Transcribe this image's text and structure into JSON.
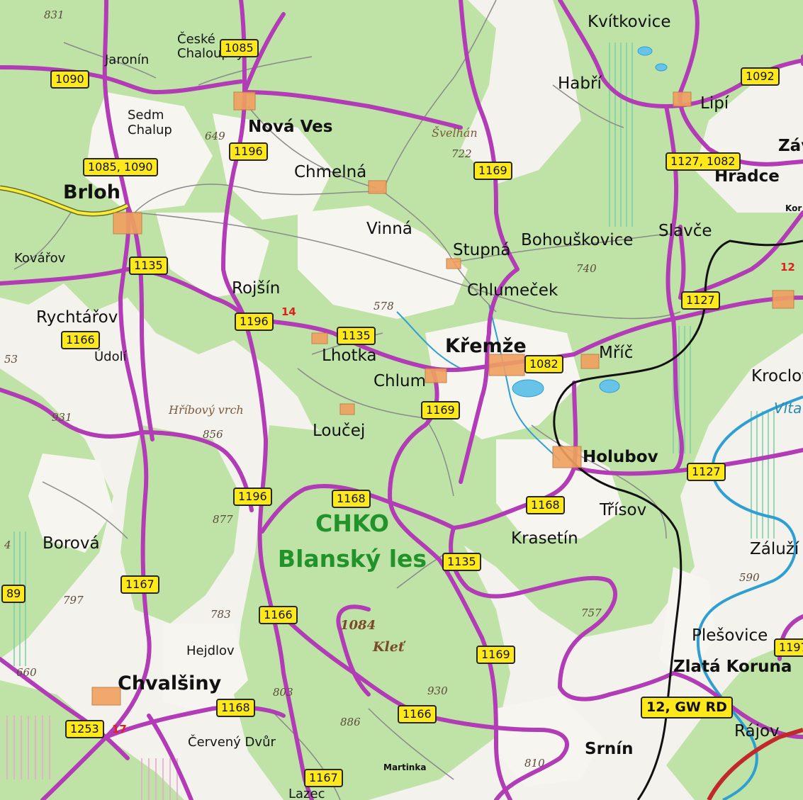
{
  "area_label": {
    "line1": "CHKO",
    "line2": "Blanský les"
  },
  "towns": {
    "kvitkovice": "Kvítkovice",
    "ceske_chaloupky": "České Chaloupky",
    "jaronin": "Jaronín",
    "sedm_chalup": "Sedm Chalup",
    "nova_ves": "Nová Ves",
    "habri": "Habří",
    "lipi": "Lipí",
    "zav": "Záv",
    "hradce": "Hradce",
    "kor": "Kor",
    "chmelna": "Chmelná",
    "brloh": "Brloh",
    "vinna": "Vinná",
    "stupna": "Stupná",
    "bohouskovice": "Bohouškovice",
    "slavce": "Slavče",
    "kovarov": "Kovářov",
    "rojsin": "Rojšín",
    "chlumecek": "Chlumeček",
    "rychtarov": "Rychtářov",
    "udoli": "Údolí",
    "kremze": "Křemže",
    "lhotka": "Lhotka",
    "mric": "Mříč",
    "kroclov": "Kroclov",
    "chlum": "Chlum",
    "loucej": "Loučej",
    "holubov": "Holubov",
    "trisov": "Třísov",
    "borova": "Borová",
    "krasetin": "Krasetín",
    "zaluzi": "Záluží",
    "plesovice": "Plešovice",
    "hejdlov": "Hejdlov",
    "zlata_koruna": "Zlatá Koruna",
    "chvalsiny": "Chvalšiny",
    "rajov": "Rájov",
    "cerveny_dvur": "Červený Dvůr",
    "srnin": "Srnín",
    "martinka": "Martinka",
    "lazec": "Lazec",
    "vlta": "Vlta"
  },
  "hills": {
    "svelhan": "Švelhán",
    "hribovy_vrch": "Hříbový vrch",
    "klet": "Kleť"
  },
  "elevations": {
    "e831": "831",
    "e649": "649",
    "e722": "722",
    "e740": "740",
    "e578": "578",
    "e53": "53",
    "e931": "931",
    "e856": "856",
    "e877": "877",
    "e797": "797",
    "e783": "783",
    "e803": "803",
    "e886": "886",
    "e930": "930",
    "e1084": "1084",
    "e757": "757",
    "e590": "590",
    "e660": "660",
    "e810": "810",
    "e4": "4"
  },
  "road_numbers": {
    "r1085_top": "1085",
    "r1090": "1090",
    "r1092": "1092",
    "r1196_nv": "1196",
    "r1085_1090": "1085, 1090",
    "r1169_top": "1169",
    "r1127_1082": "1127, 1082",
    "r1135_w": "1135",
    "r1127_e": "1127",
    "r1196_rojsin": "1196",
    "r1135_lhotka": "1135",
    "r1166_w": "1166",
    "r1082": "1082",
    "r1169_chlum": "1169",
    "r1127_holubov": "1127",
    "r1196_s": "1196",
    "r1168_n": "1168",
    "r1168_krasetin": "1168",
    "r1135_s": "1135",
    "r89": "89",
    "r1167": "1167",
    "r1166_s": "1166",
    "r1169_s": "1169",
    "r1197": "1197",
    "r12_gw": "12, GW RD",
    "r1168_sw": "1168",
    "r1166_klet": "1166",
    "r1253": "1253",
    "r1167_s": "1167"
  },
  "route_labels": {
    "n14": "14",
    "n17": "17",
    "n12": "12"
  },
  "colors": {
    "forest": "#bfe3a6",
    "open_land": "#f4f2ec",
    "main_road": "#b23bb6",
    "minor_road": "#7a7a7a",
    "railway": "#111111",
    "water": "#2f9fd3",
    "highway": "#c0282c",
    "road_number_bg": "#ffe91a"
  }
}
